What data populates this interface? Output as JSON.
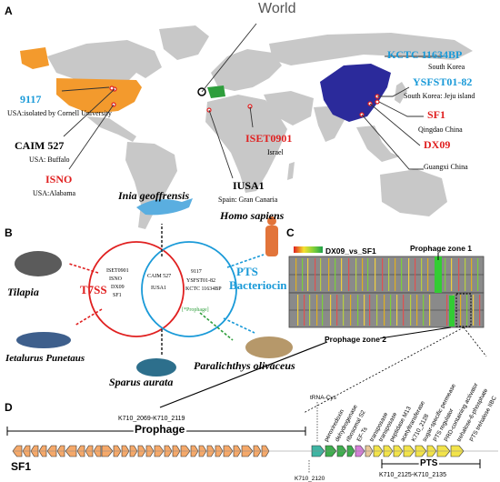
{
  "panels": {
    "a": "A",
    "b": "B",
    "c": "C",
    "d": "D"
  },
  "world": {
    "title": "World",
    "colors": {
      "usa": "#f39a2d",
      "china": "#2b2a9b",
      "spain": "#2e9e3c",
      "land": "#c8c8c8",
      "blue": "#1a9ad8",
      "red": "#e02020",
      "ocean": "#ffffff"
    },
    "labels": [
      {
        "key": "kctc",
        "name": "KCTC 11634BP",
        "place": "South Korea",
        "color": "blue"
      },
      {
        "key": "yfs",
        "name": "YSFST01-82",
        "place": "South Korea: Jeju island",
        "color": "blue"
      },
      {
        "key": "sf1",
        "name": "SF1",
        "place": "Qingdao China",
        "color": "red"
      },
      {
        "key": "dx09",
        "name": "DX09",
        "place": "Guangxi China",
        "color": "red"
      },
      {
        "key": "iset",
        "name": "ISET0901",
        "place": "Israel",
        "color": "red"
      },
      {
        "key": "iusa",
        "name": "IUSA1",
        "place": "Spain: Gran Canaria",
        "color": "black"
      },
      {
        "key": "s9117",
        "name": "9117",
        "place": "USA:isolated by Cornell University",
        "color": "blue"
      },
      {
        "key": "caim",
        "name": "CAIM 527",
        "place": "USA: Buffalo",
        "color": "black"
      },
      {
        "key": "isno",
        "name": "ISNO",
        "place": "USA:Alabama",
        "color": "red"
      }
    ]
  },
  "venn": {
    "hosts": {
      "inia": "Inia geoffrensis",
      "homo": "Homo sapiens",
      "tilapia": "Tilapia",
      "ictalurus": "Ietalurus Punetaus",
      "sparus": "Sparus aurata",
      "paralichthys": "Paralichthys olivaceus"
    },
    "t7ss": "T7SS",
    "pts": "PTS",
    "bacteriocin": "Bacteriocin",
    "left_strains": [
      "ISET0901",
      "ISNO",
      "DX09",
      "SF1"
    ],
    "center_strains": [
      "CAIM 527",
      "IUSA1"
    ],
    "right_strains": [
      "9117",
      "YSFST01-82",
      "KCTC 11634BP"
    ],
    "prophage_tag": "[*Prophage]"
  },
  "compare": {
    "title": "DX09_vs_SF1",
    "zone1": "Prophage zone 1",
    "zone2": "Prophage zone 2"
  },
  "gene_map": {
    "sf1": "SF1",
    "prophage": "Prophage",
    "prophage_range": "K710_2069-K710_2119",
    "pts": "PTS",
    "pts_range": "K710_2125-K710_2135",
    "trna": "tRNA-Cys",
    "k2120": "K710_2120",
    "gene_labels": [
      "peroxiredoxin",
      "dehydrogenase",
      "ribosomal S2",
      "EF-Ts",
      "transposase",
      "transposase",
      "peptidase M13",
      "acetyltransferase",
      "K710_2128",
      "sugar-specific permease",
      "PTS regulator",
      "PRD-containing activator",
      "trehalose-6-phosphate",
      "PTS trehalose IIBC"
    ],
    "colors": {
      "prophage": "#f5a96a",
      "teal": "#3fb5a3",
      "green": "#3fae4e",
      "pink": "#d47fd8",
      "yellow": "#f2e34a",
      "tan": "#e9c89a"
    }
  }
}
